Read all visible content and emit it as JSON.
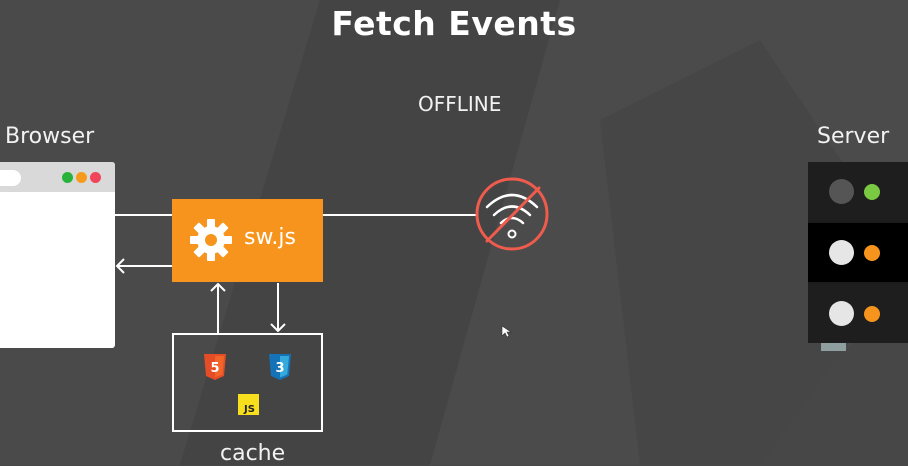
{
  "title": "Fetch Events",
  "labels": {
    "browser": "Browser",
    "server": "Server",
    "offline": "OFFLINE",
    "cache": "cache",
    "sw": "sw.js"
  },
  "cache_files": {
    "html": "5",
    "css": "3",
    "js": "JS"
  },
  "icons": [
    "gear-icon",
    "no-wifi-icon",
    "html5-icon",
    "css3-icon",
    "js-icon"
  ],
  "colors": {
    "background": "#474747",
    "sw_box": "#f7941d",
    "no_wifi": "#ef5b4c",
    "html5": "#e44d26",
    "css3": "#1572b6",
    "js": "#f7df1e",
    "server_green": "#7ac943",
    "server_orange": "#f7941d"
  }
}
